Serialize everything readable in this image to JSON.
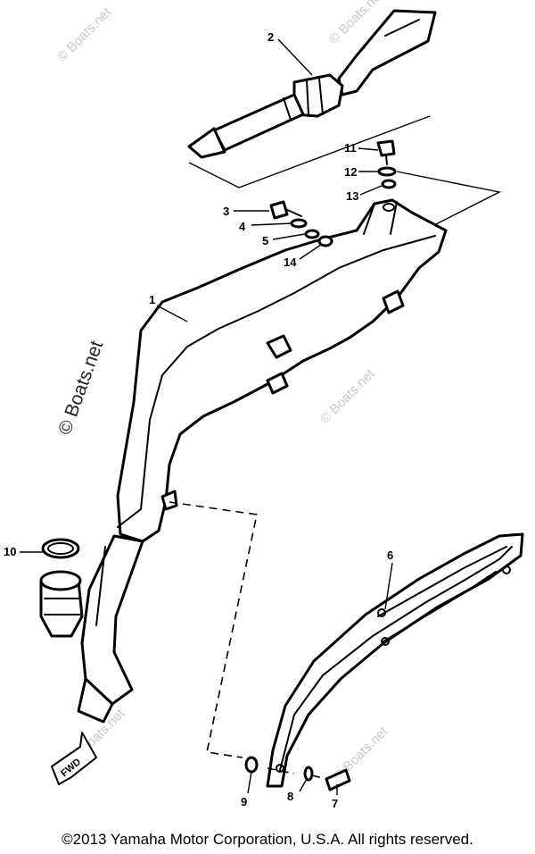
{
  "diagram": {
    "callouts": [
      {
        "id": "1",
        "label": "1"
      },
      {
        "id": "2",
        "label": "2"
      },
      {
        "id": "3",
        "label": "3"
      },
      {
        "id": "4",
        "label": "4"
      },
      {
        "id": "5",
        "label": "5"
      },
      {
        "id": "6",
        "label": "6"
      },
      {
        "id": "7",
        "label": "7"
      },
      {
        "id": "8",
        "label": "8"
      },
      {
        "id": "9",
        "label": "9"
      },
      {
        "id": "10",
        "label": "10"
      },
      {
        "id": "11",
        "label": "11"
      },
      {
        "id": "12",
        "label": "12"
      },
      {
        "id": "13",
        "label": "13"
      },
      {
        "id": "14",
        "label": "14"
      }
    ],
    "fwd_label": "FWD",
    "watermark_small": "© Boats.net",
    "watermark_large": "© Boats.net"
  },
  "footer": {
    "copyright": "©2013 Yamaha Motor Corporation, U.S.A. All rights reserved."
  }
}
